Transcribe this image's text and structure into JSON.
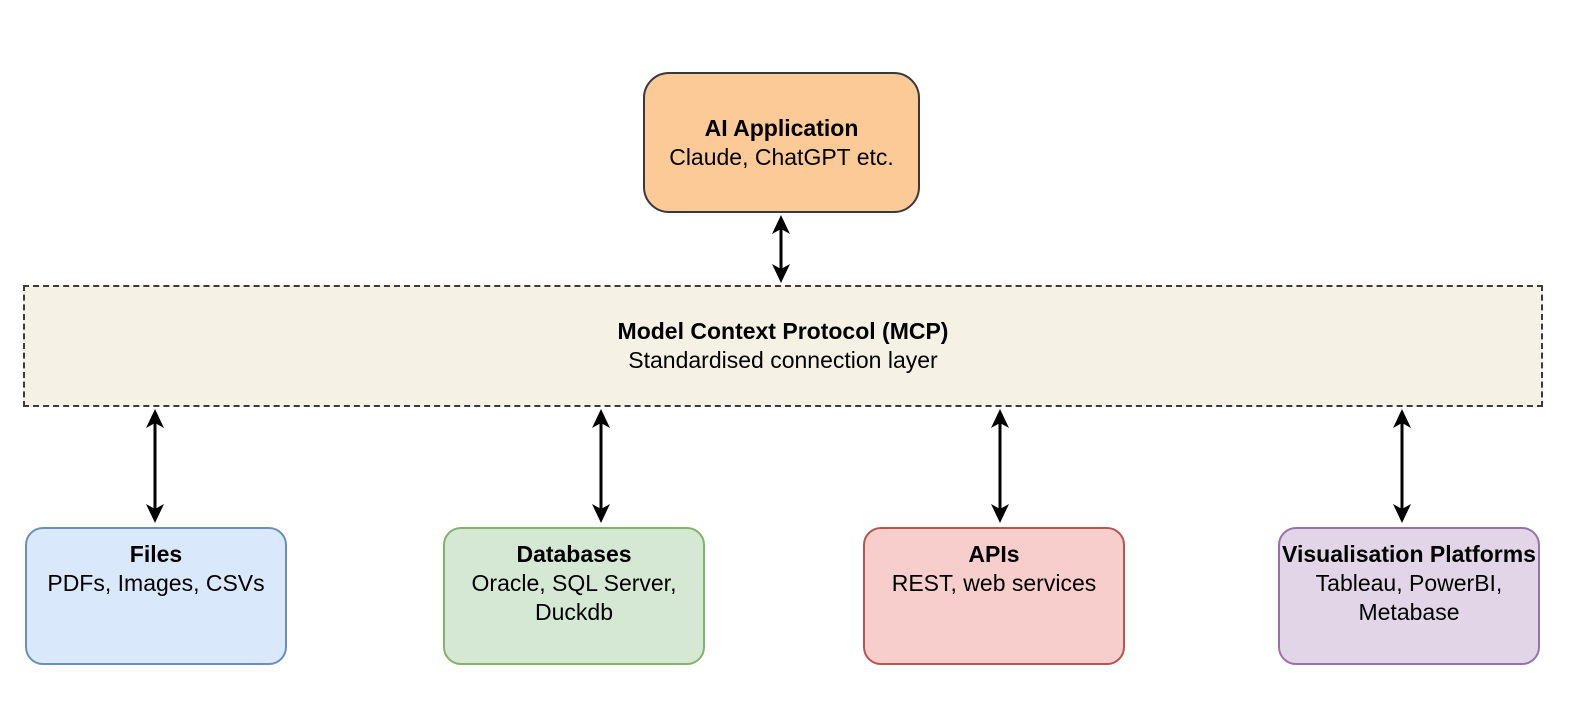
{
  "diagram": {
    "arrow_color": "#000000",
    "ai_app": {
      "title": "AI Application",
      "subtitle": "Claude, ChatGPT etc.",
      "fill": "#FCCA96",
      "border": "#38383D"
    },
    "mcp": {
      "title": "Model Context Protocol (MCP)",
      "subtitle": "Standardised connection layer",
      "fill": "#F5F1E4",
      "border": "#3B3B3B"
    },
    "sources": [
      {
        "title": "Files",
        "subtitle": "PDFs, Images, CSVs",
        "fill": "#DAE8FC",
        "border": "#6C8EBF"
      },
      {
        "title": "Databases",
        "subtitle": "Oracle, SQL Server, Duckdb",
        "fill": "#D5E8D4",
        "border": "#82B366"
      },
      {
        "title": "APIs",
        "subtitle": "REST, web services",
        "fill": "#F8CECC",
        "border": "#B85450"
      },
      {
        "title": "Visualisation Platforms",
        "subtitle": "Tableau, PowerBI, Metabase",
        "fill": "#E1D5E7",
        "border": "#9673A6"
      }
    ]
  }
}
